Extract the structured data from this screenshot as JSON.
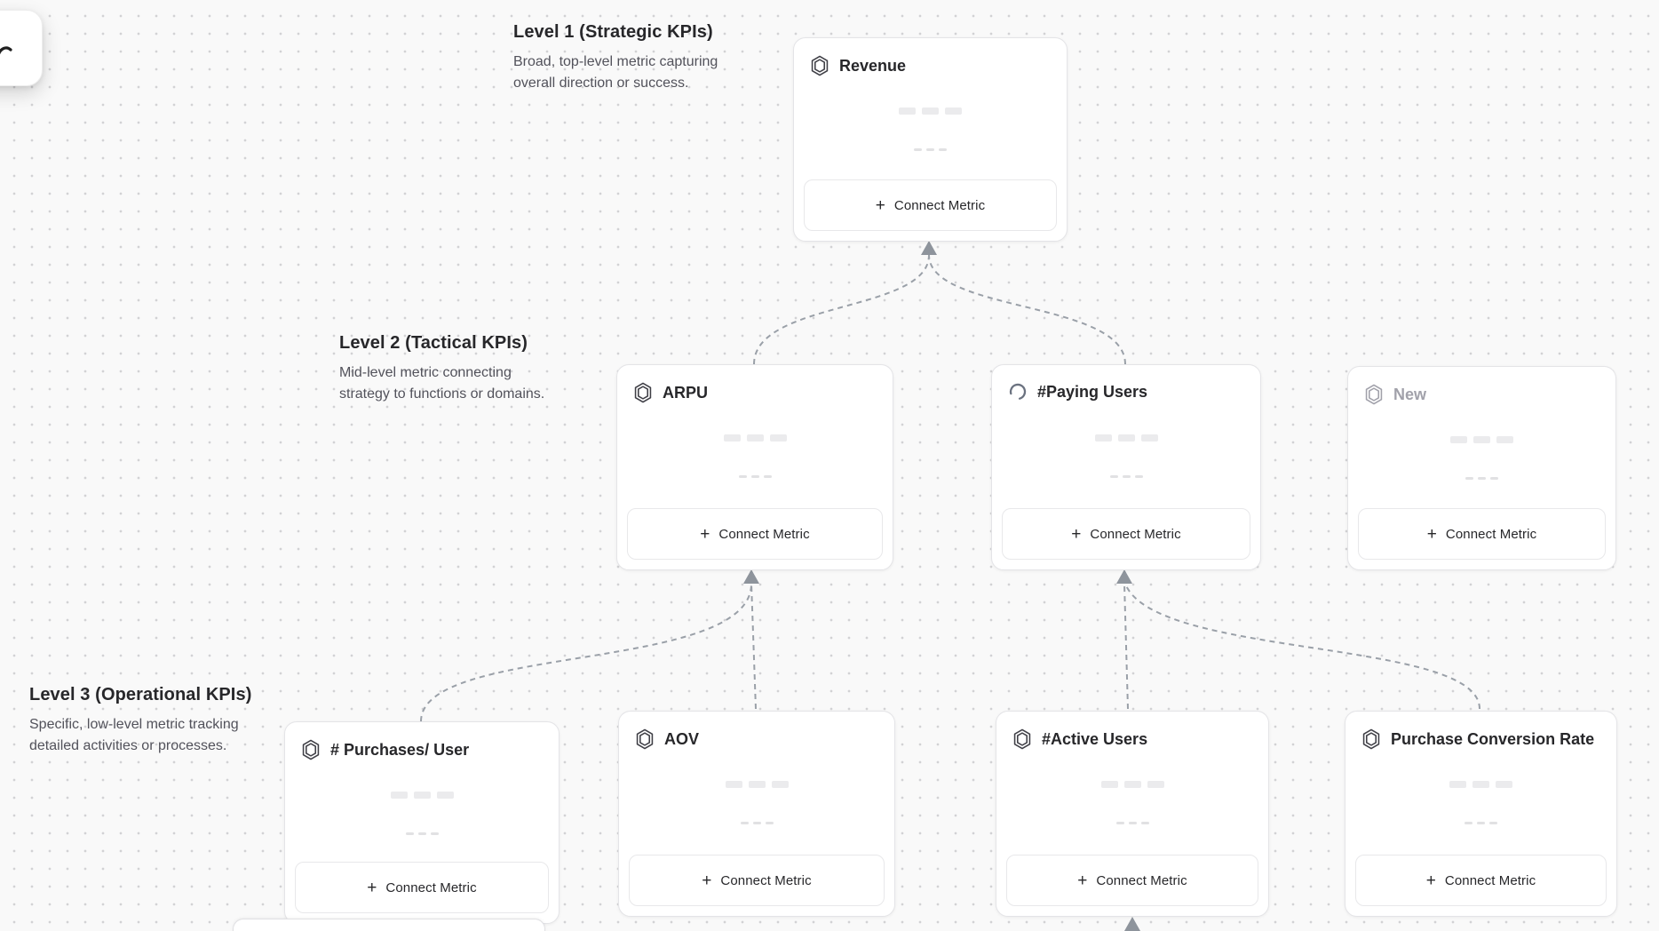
{
  "colors": {
    "canvas_bg": "#f9f9f9",
    "dot_grid": "#d2d2d4",
    "card_border": "#e4e4e7",
    "connector": "#9aa0a8",
    "arrowhead": "#8e949c",
    "title_text": "#27272a",
    "muted_text": "#52525b",
    "placeholder_text": "#a1a1aa"
  },
  "toolbar": {
    "icon": "cursor-icon"
  },
  "levels": [
    {
      "title": "Level 1 (Strategic KPIs)",
      "description": [
        "Broad, top-level metric capturing",
        "overall direction or success."
      ]
    },
    {
      "title": "Level 2 (Tactical KPIs)",
      "description": [
        "Mid-level metric connecting",
        "strategy to functions or domains."
      ]
    },
    {
      "title": "Level 3 (Operational KPIs)",
      "description": [
        "Specific, low-level metric tracking",
        "detailed activities or processes."
      ]
    }
  ],
  "connect_button": {
    "plus": "+",
    "label": "Connect Metric"
  },
  "cards": [
    {
      "id": "revenue",
      "level": 1,
      "title": "Revenue",
      "icon": "hexagon-icon",
      "state": "default"
    },
    {
      "id": "arpu",
      "level": 2,
      "title": "ARPU",
      "icon": "hexagon-icon",
      "state": "default"
    },
    {
      "id": "paying-users",
      "level": 2,
      "title": "#Paying Users",
      "icon": "spinner-icon",
      "state": "loading"
    },
    {
      "id": "new",
      "level": 2,
      "title": "New",
      "icon": "hexagon-icon",
      "state": "placeholder"
    },
    {
      "id": "purchases-per-user",
      "level": 3,
      "title": "# Purchases/ User",
      "icon": "hexagon-icon",
      "state": "default"
    },
    {
      "id": "aov",
      "level": 3,
      "title": "AOV",
      "icon": "hexagon-icon",
      "state": "default"
    },
    {
      "id": "active-users",
      "level": 3,
      "title": "#Active Users",
      "icon": "hexagon-icon",
      "state": "default"
    },
    {
      "id": "purchase-conversion-rate",
      "level": 3,
      "title": "Purchase Conversion Rate",
      "icon": "hexagon-icon",
      "state": "default"
    }
  ],
  "relationships": [
    {
      "from": "arpu",
      "to": "revenue"
    },
    {
      "from": "paying-users",
      "to": "revenue"
    },
    {
      "from": "purchases-per-user",
      "to": "arpu"
    },
    {
      "from": "aov",
      "to": "arpu"
    },
    {
      "from": "active-users",
      "to": "paying-users"
    },
    {
      "from": "purchase-conversion-rate",
      "to": "paying-users"
    },
    {
      "from": "offscreen-child",
      "to": "active-users"
    }
  ]
}
